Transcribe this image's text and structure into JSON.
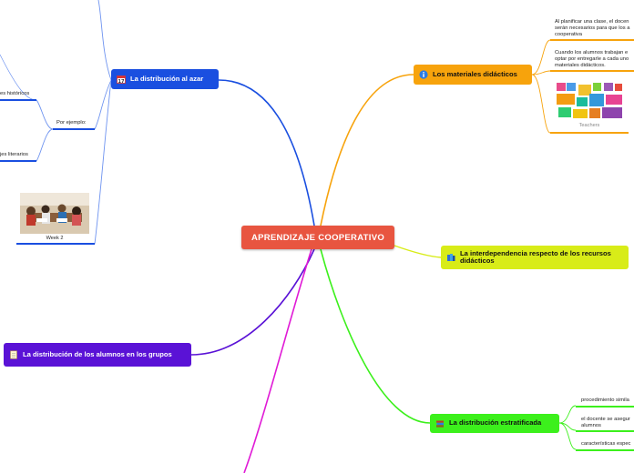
{
  "central": {
    "title": "APRENDIZAJE COOPERATIVO",
    "color": "#e85540"
  },
  "branches": {
    "azar": {
      "label": "La distribución al azar",
      "color": "#1a4fe0",
      "icon": "calendar-icon"
    },
    "materiales": {
      "label": "Los materiales didácticos",
      "color": "#f7a30c",
      "icon": "info-icon"
    },
    "interdependencia": {
      "label": "La interdependencia respecto de los recursos didácticos",
      "color": "#d8ec18",
      "icon": "books-icon"
    },
    "grupos": {
      "label": "La distribución de los alumnos en los grupos",
      "color": "#5a12d6",
      "icon": "notepad-icon"
    },
    "estratificada": {
      "label": "La distribución estratificada",
      "color": "#3cf01c",
      "icon": "stack-books-icon"
    }
  },
  "azar_children": {
    "por_ejemplo": "Por ejemplo:",
    "historicos": "es históricos",
    "literarios": "jes literarios",
    "image_caption": "Week 2"
  },
  "materiales_children": {
    "item1": "Al planificar una clase, el docen serán necesarios para que los a cooperativa",
    "item2": "Cuando los alumnos trabajan e optar por entregarle a cada uno materiales didácticos.",
    "image_caption": "Teachers"
  },
  "estratificada_children": {
    "item1": "procedimiento simila",
    "item2": "el docente se asegur alumnos",
    "item3": "características espec"
  }
}
